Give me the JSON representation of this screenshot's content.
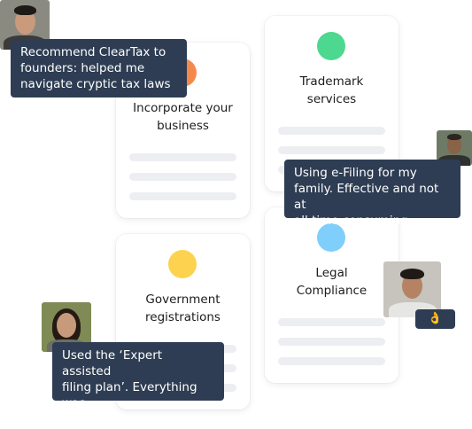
{
  "cards": [
    {
      "title": "Incorporate your\nbusiness",
      "dot_color": "#f5894b"
    },
    {
      "title": "Trademark\nservices",
      "dot_color": "#4cd88f"
    },
    {
      "title": "Government\nregistrations",
      "dot_color": "#fdd24e"
    },
    {
      "title": "Legal\nCompliance",
      "dot_color": "#7fcefc"
    }
  ],
  "testimonials": [
    {
      "text": "Recommend ClearTax to\nfounders: helped me\nnavigate cryptic tax laws"
    },
    {
      "text": "Using e-Filing for my\nfamily. Effective and not at\nall time consuming"
    },
    {
      "text": "Used the ‘Expert assisted\nfiling plan’. Everything was\nsmooth. Thank you!"
    }
  ],
  "reaction": {
    "emoji": "👌"
  },
  "colors": {
    "bubble": "#2e3d53",
    "bar": "#eceef1"
  }
}
